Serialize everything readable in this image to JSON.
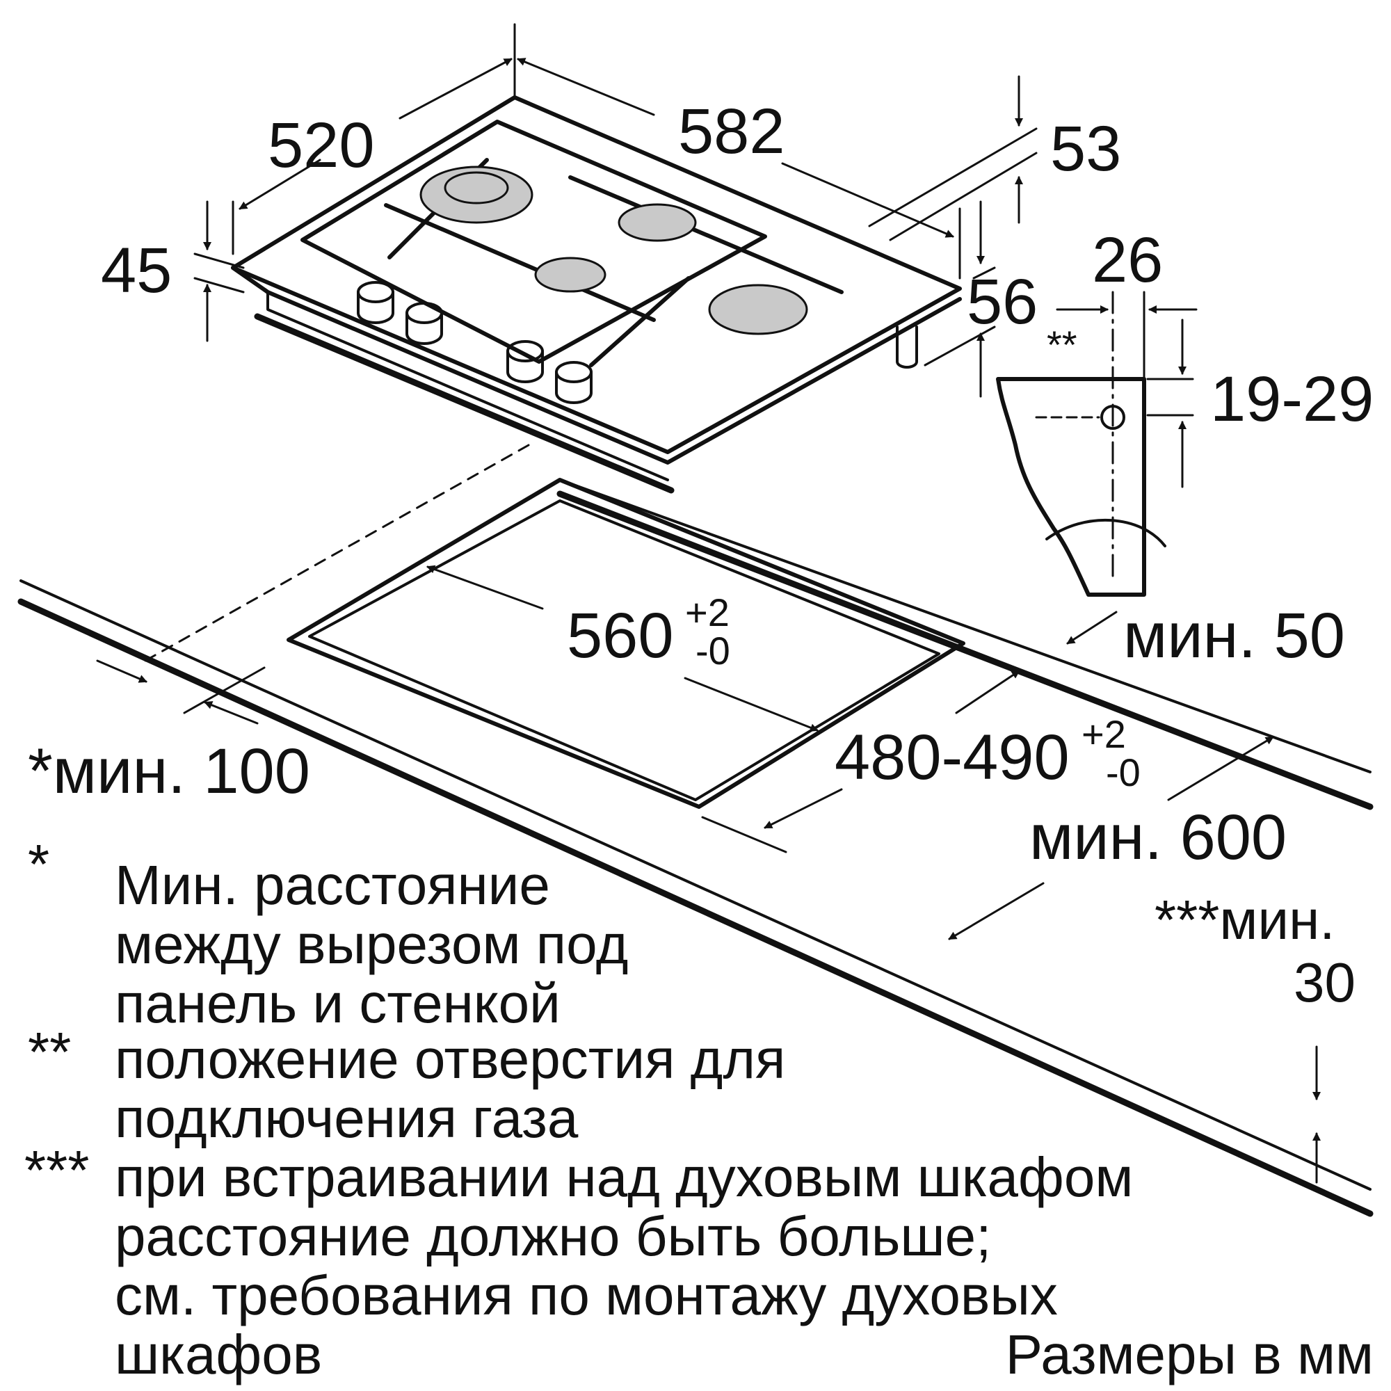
{
  "dimensions": {
    "d520": "520",
    "d582": "582",
    "d53": "53",
    "d45": "45",
    "d56": "56",
    "d26": "26",
    "d19_29": "19-29",
    "gas_marker": "**",
    "d560": "560",
    "d560_plus": "+2",
    "d560_minus": "-0",
    "d480_490": "480-490",
    "d480_plus": "+2",
    "d480_minus": "-0",
    "min50": "мин. 50",
    "min100": "*мин. 100",
    "min600": "мин. 600",
    "min30_line1": "***мин.",
    "min30_line2": "30"
  },
  "notes": [
    {
      "marker": "*",
      "lines": [
        "Мин. расстояние",
        "между вырезом под",
        "панель и стенкой"
      ]
    },
    {
      "marker": "**",
      "lines": [
        "положение отверстия для",
        "подключения газа"
      ]
    },
    {
      "marker": "***",
      "lines": [
        "при встраивании над духовым шкафом",
        "расстояние должно быть больше;",
        "см. требования по монтажу духовых",
        "шкафов"
      ]
    }
  ],
  "units_label": "Размеры в мм"
}
